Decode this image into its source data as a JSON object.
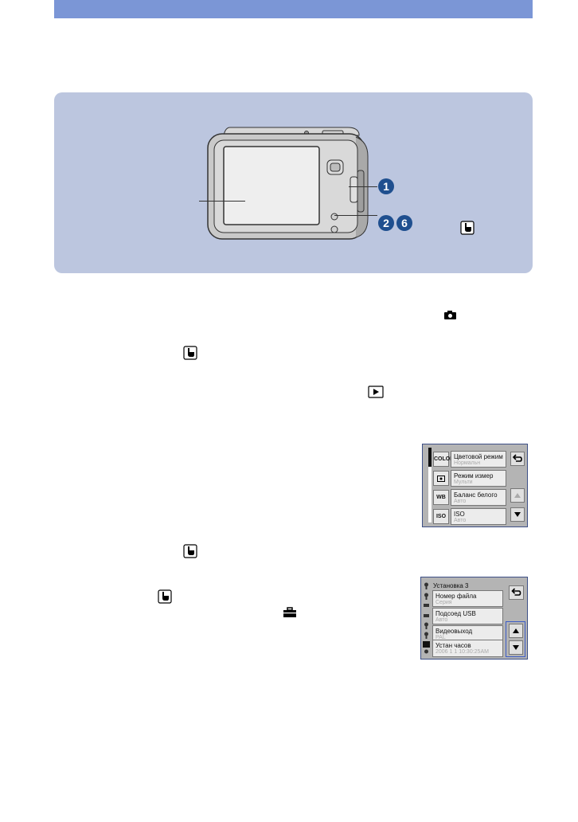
{
  "callouts": {
    "c1": "1",
    "c2": "2",
    "c6": "6"
  },
  "menu_screen": {
    "side_icons": [
      "COLOR",
      "",
      "WB",
      "ISO"
    ],
    "items": [
      {
        "label": "Цветовой режим",
        "value": "Нормальн"
      },
      {
        "label": "Режим измер",
        "value": "Мульти"
      },
      {
        "label": "Баланс белого",
        "value": "Авто"
      },
      {
        "label": "ISO",
        "value": "Авто"
      }
    ]
  },
  "setup_screen": {
    "title": "Установка 3",
    "items": [
      {
        "label": "Номер файла",
        "value": "Серия"
      },
      {
        "label": "Подсоед USB",
        "value": "Авто"
      },
      {
        "label": "Видеовыход",
        "value": "PAL"
      },
      {
        "label": "Устан часов",
        "value": "2006  1  1  10:30:25AM"
      }
    ]
  },
  "icons": [
    "camera-mode-icon",
    "touch-home-icon",
    "playback-icon",
    "toolbox-icon",
    "return-icon",
    "arrow-up-icon",
    "arrow-down-icon"
  ]
}
